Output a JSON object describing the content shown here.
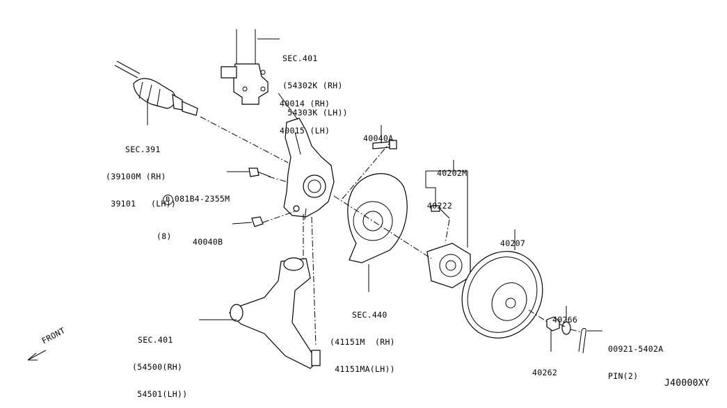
{
  "callouts": {
    "sec401_strut": [
      "SEC.401",
      "(54302K (RH)",
      " 54303K (LH))"
    ],
    "knuckle": [
      "40014 (RH)",
      "40015 (LH)"
    ],
    "sec391": [
      "SEC.391",
      "(39100M (RH)",
      " 39101   (LH))"
    ],
    "bolt_a": [
      "40040A"
    ],
    "bolt_081": [
      "081B4-2355M",
      "(8)"
    ],
    "bolt_081_prefix": "B",
    "nut_b": [
      "40040B"
    ],
    "hub_assy": [
      "40202M"
    ],
    "hub_bolt": [
      "40222"
    ],
    "rotor": [
      "40207"
    ],
    "sec440": [
      "SEC.440",
      "(41151M  (RH)",
      " 41151MA(LH))"
    ],
    "sec401_arm": [
      "SEC.401",
      "(54500(RH)",
      " 54501(LH))"
    ],
    "washer": [
      "40266"
    ],
    "pin": [
      "00921-5402A",
      "PIN(2)"
    ],
    "nut": [
      "40262"
    ],
    "front": "FRONT",
    "code": "J40000XY"
  }
}
